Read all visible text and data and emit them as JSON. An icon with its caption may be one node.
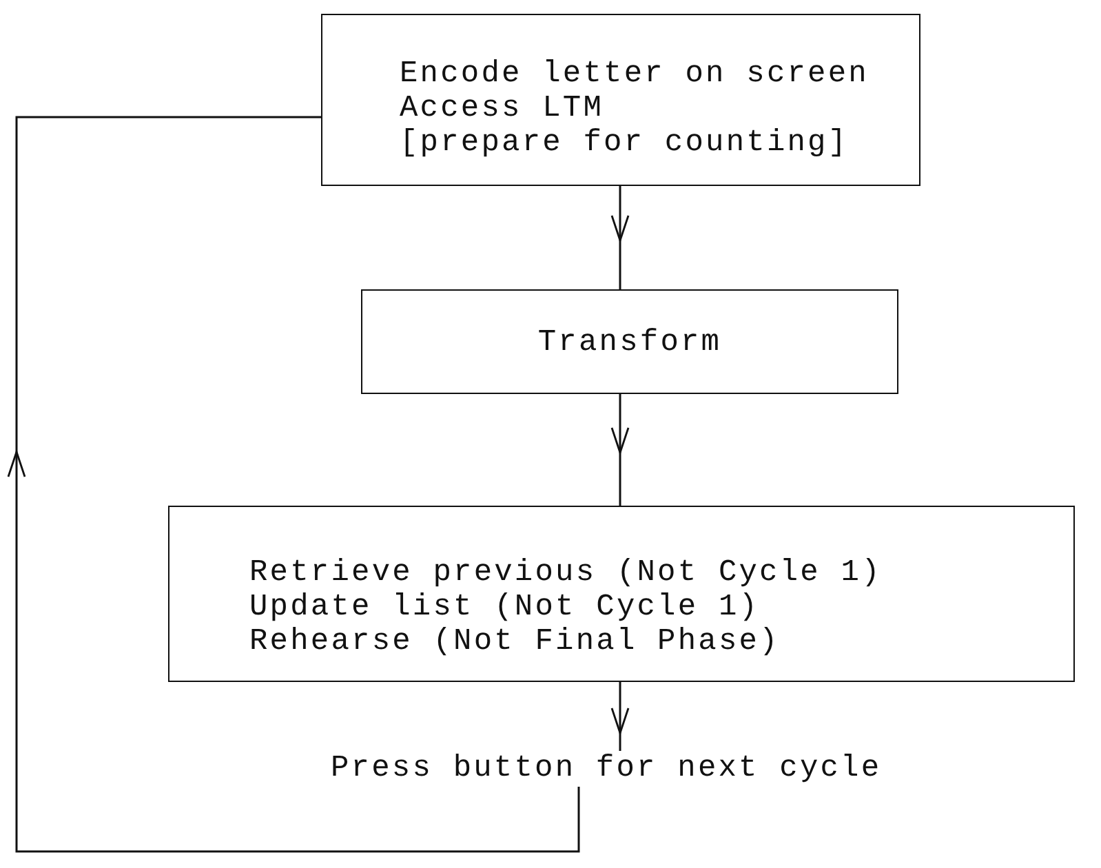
{
  "diagram": {
    "nodes": [
      {
        "text": [
          "Encode letter on screen",
          "Access LTM",
          "[prepare for counting]"
        ]
      },
      {
        "text": [
          "Transform"
        ]
      },
      {
        "text": [
          "Retrieve previous (Not Cycle 1)",
          "Update list (Not Cycle 1)",
          "Rehearse (Not Final Phase)"
        ]
      },
      {
        "text": [
          "Press button for next cycle"
        ]
      }
    ],
    "edges": [
      {
        "from": 0,
        "to": 1,
        "arrow": "to"
      },
      {
        "from": 1,
        "to": 2,
        "arrow": "to"
      },
      {
        "from": 2,
        "to": 3,
        "arrow": "to"
      },
      {
        "from": 3,
        "to": 0,
        "arrow": "to"
      }
    ]
  }
}
